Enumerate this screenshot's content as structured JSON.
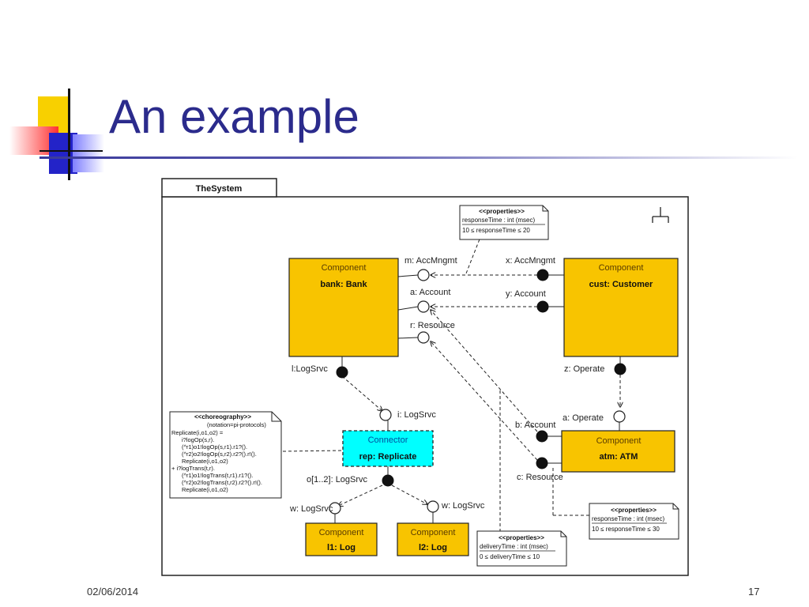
{
  "slide": {
    "title": "An example",
    "date": "02/06/2014",
    "page_number": "17"
  },
  "diagram": {
    "frame_title": "TheSystem",
    "components": {
      "bank": {
        "stereotype": "Component",
        "name": "bank: Bank"
      },
      "cust": {
        "stereotype": "Component",
        "name": "cust: Customer"
      },
      "atm": {
        "stereotype": "Component",
        "name": "atm: ATM"
      },
      "l1": {
        "stereotype": "Component",
        "name": "l1: Log"
      },
      "l2": {
        "stereotype": "Component",
        "name": "l2: Log"
      },
      "rep": {
        "stereotype": "Connector",
        "name": "rep: Replicate"
      }
    },
    "ports": {
      "m": "m: AccMngmt",
      "a": "a: Account",
      "r": "r: Resource",
      "x": "x: AccMngmt",
      "y": "y: Account",
      "l": "l:LogSrvc",
      "z": "z: Operate",
      "i": "i: LogSrvc",
      "a_op": "a: Operate",
      "b": "b: Account",
      "c": "c: Resource",
      "o": "o[1..2]: LogSrvc",
      "w1": "w: LogSrvc",
      "w2": "w: LogSrvc"
    },
    "notes": {
      "props_top": {
        "stereo": "<<properties>>",
        "line1": "responseTime : int (msec)",
        "line2": "10 ≤ responseTime ≤ 20"
      },
      "props_right": {
        "stereo": "<<properties>>",
        "line1": "responseTime : int (msec)",
        "line2": "10 ≤ responseTime ≤ 30"
      },
      "props_bottom": {
        "stereo": "<<properties>>",
        "line1": "deliveryTime : int (msec)",
        "line2": "0 ≤ deliveryTime ≤ 10"
      },
      "choreography": {
        "stereo": "<<choreography>>",
        "lines": [
          "(notation=pi-protocols)",
          "Replicate(i,o1,o2) =",
          "i?logOp(s,r).",
          "(^r1)o1!logOp(s,r1).r1?().",
          "(^r2)o2!logOp(s,r2).r2?().r!().",
          "Replicate(i,o1,o2)",
          "+  i?logTrans(t,r).",
          "(^r1)o1!logTrans(t,r1).r1?().",
          "(^r2)o2!logTrans(t,r2).r2?().r!().",
          "Replicate(i,o1,o2)"
        ]
      }
    }
  },
  "colors": {
    "title": "#2b2b8c",
    "component_fill": "#f8c400",
    "connector_fill": "#00ffff",
    "stereotype_text": "#5a3c00",
    "connector_text": "#0050a0"
  }
}
